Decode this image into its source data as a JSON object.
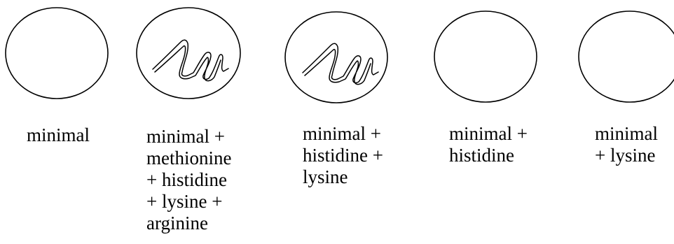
{
  "plates": [
    {
      "label": "minimal",
      "growth": false
    },
    {
      "label": "minimal +\nmethionine\n+ histidine\n+ lysine +\narginine",
      "growth": true
    },
    {
      "label": "minimal +\nhistidine +\nlysine",
      "growth": true
    },
    {
      "label": "minimal +\nhistidine",
      "growth": false
    },
    {
      "label": "minimal\n+ lysine",
      "growth": false
    }
  ]
}
